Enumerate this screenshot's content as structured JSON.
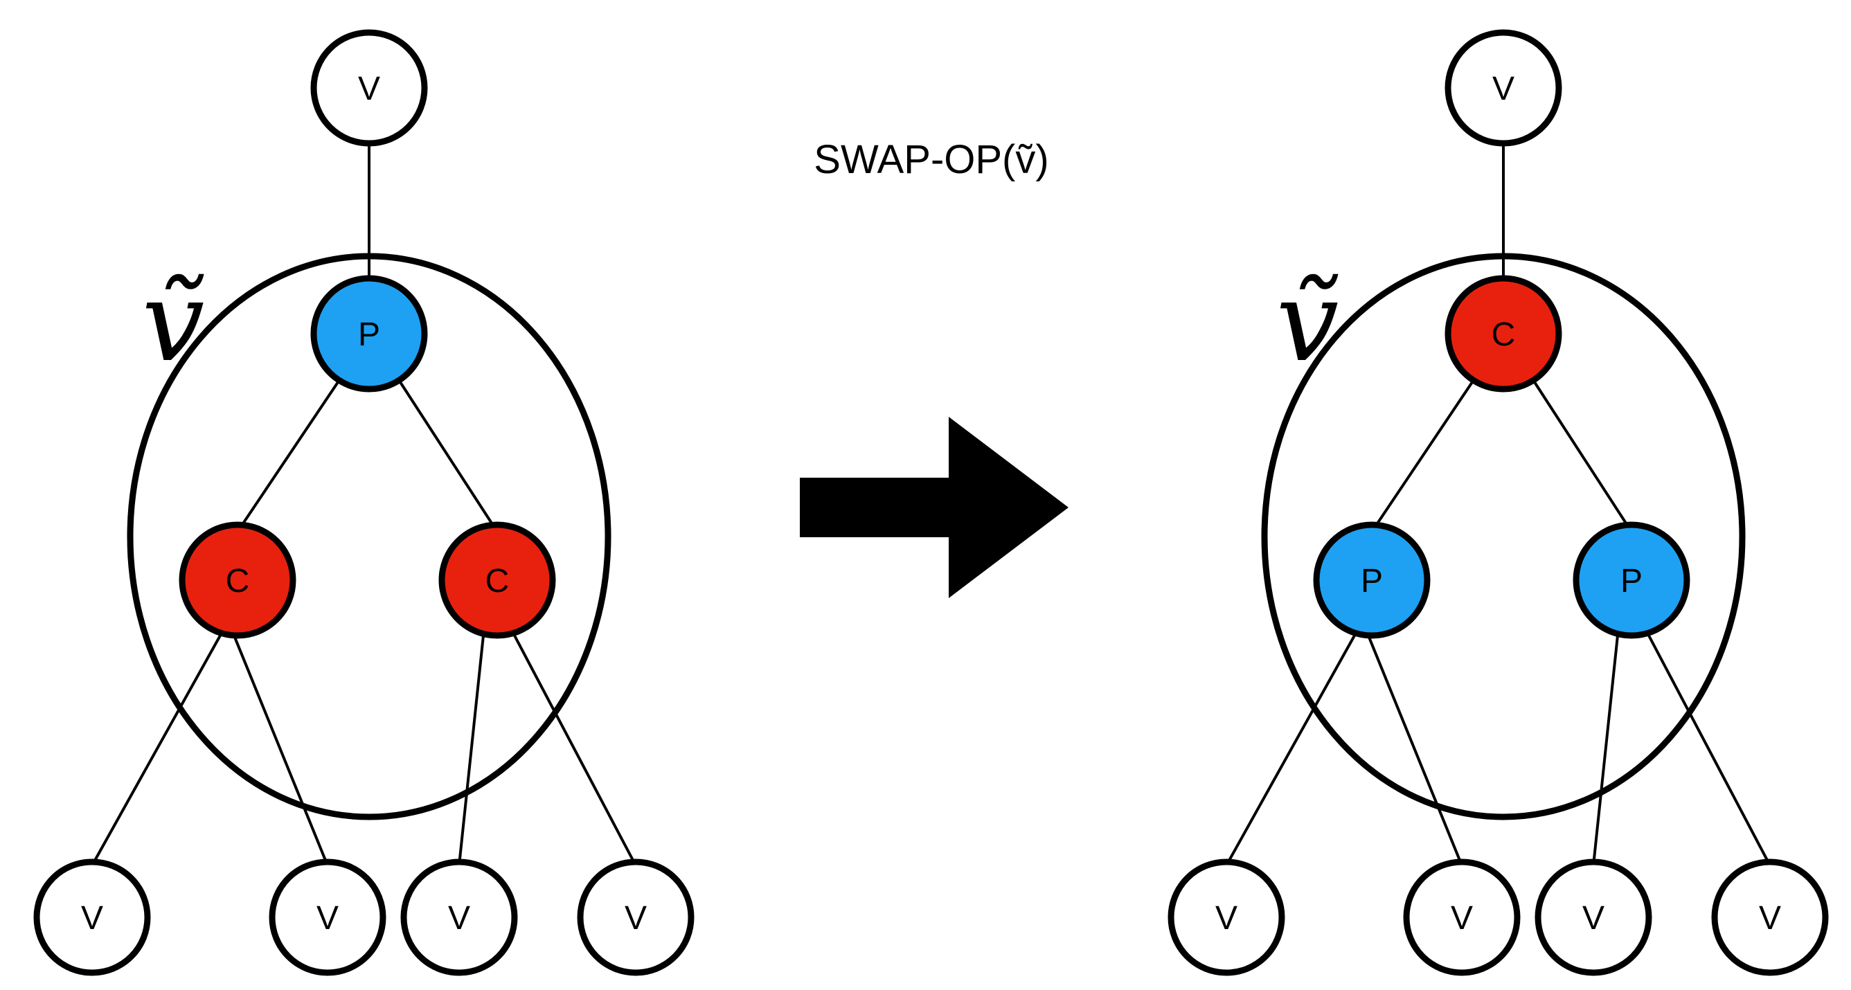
{
  "operation_label": "SWAP-OP(ṽ)",
  "colors": {
    "P": "#1ea1f2",
    "C": "#e8210f",
    "V": "#ffffff"
  },
  "trees": [
    {
      "name": "before",
      "group_label": "ṽ",
      "nodes": [
        {
          "id": "top",
          "label": "V",
          "type": "V"
        },
        {
          "id": "root",
          "label": "P",
          "type": "P"
        },
        {
          "id": "left",
          "label": "C",
          "type": "C"
        },
        {
          "id": "right",
          "label": "C",
          "type": "C"
        },
        {
          "id": "leaf1",
          "label": "V",
          "type": "V"
        },
        {
          "id": "leaf2",
          "label": "V",
          "type": "V"
        },
        {
          "id": "leaf3",
          "label": "V",
          "type": "V"
        },
        {
          "id": "leaf4",
          "label": "V",
          "type": "V"
        }
      ],
      "edges": [
        [
          "top",
          "root"
        ],
        [
          "root",
          "left"
        ],
        [
          "root",
          "right"
        ],
        [
          "left",
          "leaf1"
        ],
        [
          "left",
          "leaf2"
        ],
        [
          "right",
          "leaf3"
        ],
        [
          "right",
          "leaf4"
        ]
      ]
    },
    {
      "name": "after",
      "group_label": "ṽ",
      "nodes": [
        {
          "id": "top",
          "label": "V",
          "type": "V"
        },
        {
          "id": "root",
          "label": "C",
          "type": "C"
        },
        {
          "id": "left",
          "label": "P",
          "type": "P"
        },
        {
          "id": "right",
          "label": "P",
          "type": "P"
        },
        {
          "id": "leaf1",
          "label": "V",
          "type": "V"
        },
        {
          "id": "leaf2",
          "label": "V",
          "type": "V"
        },
        {
          "id": "leaf3",
          "label": "V",
          "type": "V"
        },
        {
          "id": "leaf4",
          "label": "V",
          "type": "V"
        }
      ],
      "edges": [
        [
          "top",
          "root"
        ],
        [
          "root",
          "left"
        ],
        [
          "root",
          "right"
        ],
        [
          "left",
          "leaf1"
        ],
        [
          "left",
          "leaf2"
        ],
        [
          "right",
          "leaf3"
        ],
        [
          "right",
          "leaf4"
        ]
      ]
    }
  ]
}
